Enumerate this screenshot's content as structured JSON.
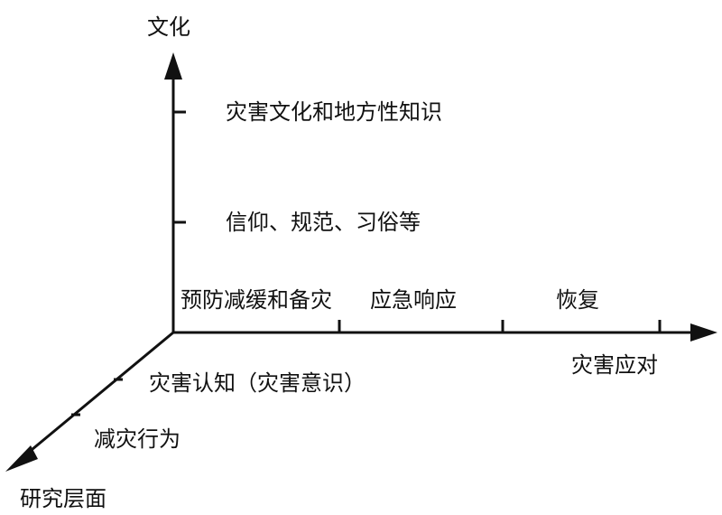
{
  "axes": {
    "vertical": {
      "title": "文化"
    },
    "horizontal": {
      "title": "灾害应对"
    },
    "diagonal": {
      "title": "研究层面"
    }
  },
  "vertical_levels": [
    "信仰、规范、习俗等",
    "灾害文化和地方性知识"
  ],
  "horizontal_phases": [
    "预防减缓和备灾",
    "应急响应",
    "恢复"
  ],
  "diagonal_levels": [
    "灾害认知（灾害意识）",
    "减灾行为"
  ],
  "colors": {
    "stroke": "#111111",
    "text": "#111111",
    "background": "#ffffff"
  }
}
